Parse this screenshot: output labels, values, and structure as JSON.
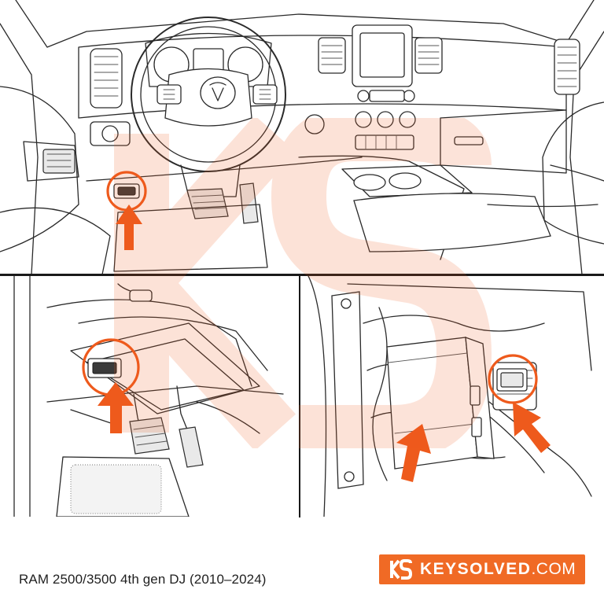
{
  "caption": "RAM 2500/3500 4th gen DJ (2010–2024)",
  "brand": {
    "name": "KEYSOLVED",
    "domain": ".COM",
    "logo_icon": "ks-logo-icon"
  },
  "colors": {
    "accent": "#ee5a1c",
    "badge": "#f06a25",
    "line_art": "#2a2a2a",
    "watermark": "#f7d9c8"
  },
  "panels": [
    {
      "view": "dashboard-overview",
      "callout": "obd-port-circle",
      "arrow": "orange-arrow"
    },
    {
      "view": "under-dash-closeup",
      "callout": "obd-port-circle",
      "arrow": "orange-arrow"
    },
    {
      "view": "behind-panel-module",
      "callout": "connector-circle",
      "arrow": "orange-arrow"
    }
  ]
}
